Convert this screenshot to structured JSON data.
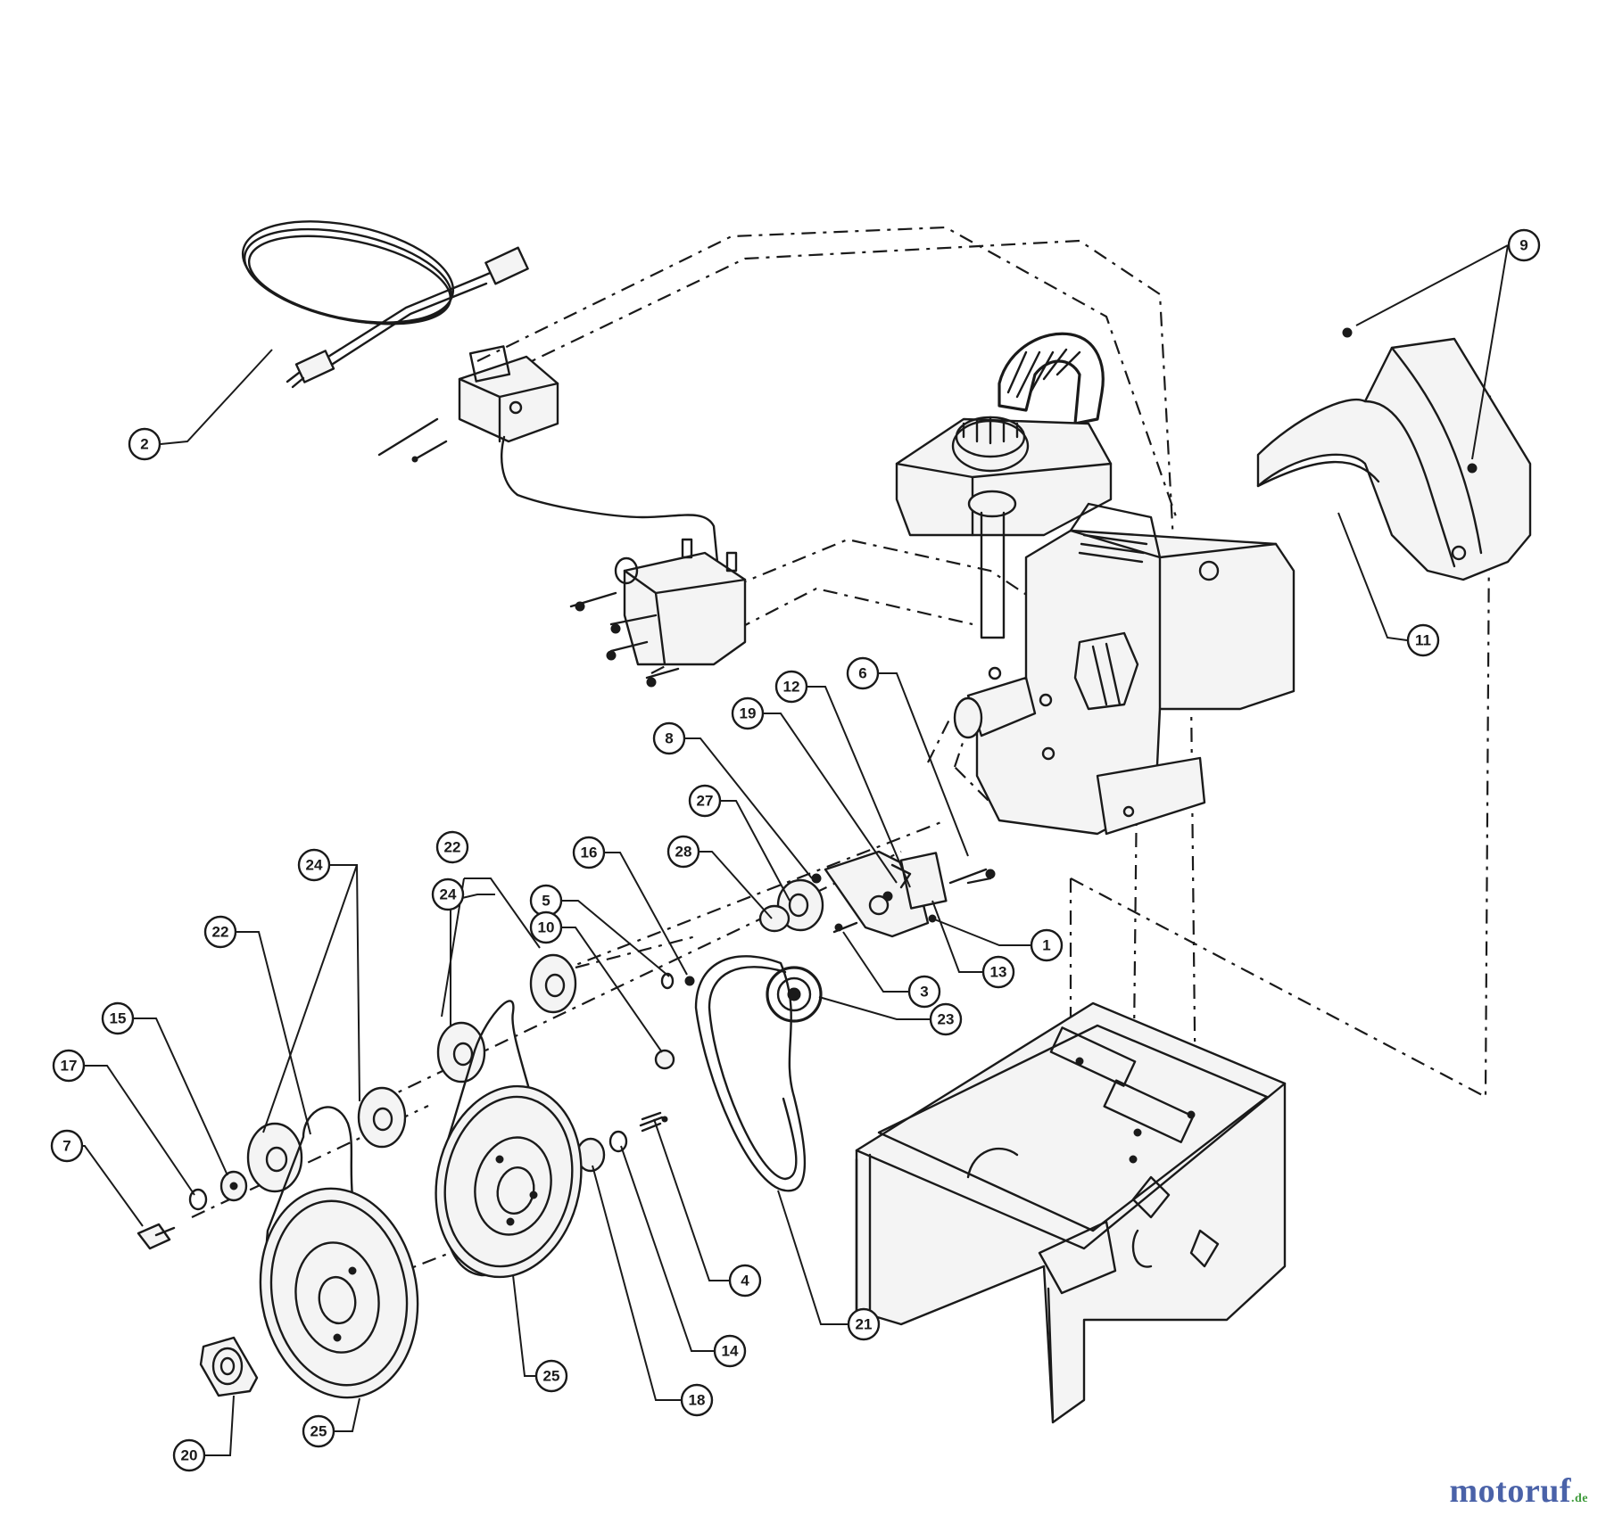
{
  "callouts": [
    {
      "id": "c2",
      "label": "2"
    },
    {
      "id": "c9",
      "label": "9"
    },
    {
      "id": "c11",
      "label": "11"
    },
    {
      "id": "c6",
      "label": "6"
    },
    {
      "id": "c12",
      "label": "12"
    },
    {
      "id": "c19a",
      "label": "19"
    },
    {
      "id": "c8",
      "label": "8"
    },
    {
      "id": "c27",
      "label": "27"
    },
    {
      "id": "c28",
      "label": "28"
    },
    {
      "id": "c16",
      "label": "16"
    },
    {
      "id": "c5",
      "label": "5"
    },
    {
      "id": "c10",
      "label": "10"
    },
    {
      "id": "c1",
      "label": "1"
    },
    {
      "id": "c13",
      "label": "13"
    },
    {
      "id": "c3",
      "label": "3"
    },
    {
      "id": "c23",
      "label": "23"
    },
    {
      "id": "c22a",
      "label": "22"
    },
    {
      "id": "c24a",
      "label": "24"
    },
    {
      "id": "c24b",
      "label": "24"
    },
    {
      "id": "c22b",
      "label": "22"
    },
    {
      "id": "c15",
      "label": "15"
    },
    {
      "id": "c17",
      "label": "17"
    },
    {
      "id": "c7",
      "label": "7"
    },
    {
      "id": "c4",
      "label": "4"
    },
    {
      "id": "c14",
      "label": "14"
    },
    {
      "id": "c18",
      "label": "18"
    },
    {
      "id": "c21",
      "label": "21"
    },
    {
      "id": "c25a",
      "label": "25"
    },
    {
      "id": "c25b",
      "label": "25"
    },
    {
      "id": "c20",
      "label": "20"
    }
  ],
  "watermark": {
    "main": "motoruf",
    "suffix": ".de"
  }
}
